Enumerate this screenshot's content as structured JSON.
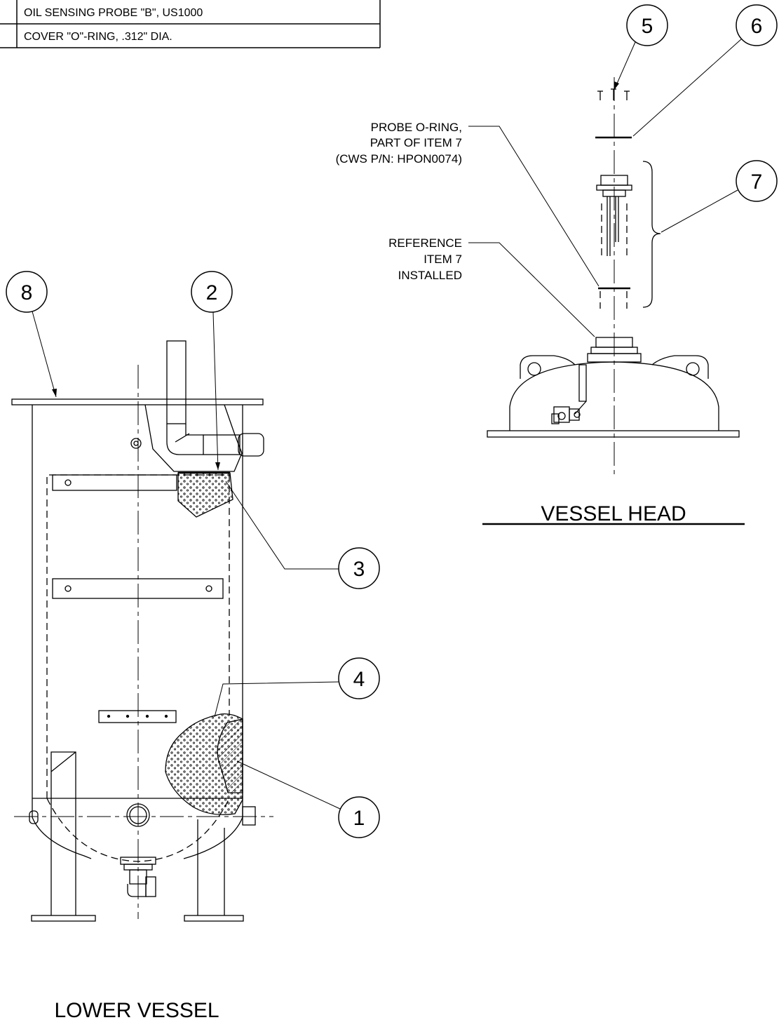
{
  "bom": {
    "rows": [
      {
        "description": "OIL SENSING PROBE \"B\", US1000"
      },
      {
        "description": "COVER \"O\"-RING, .312\" DIA."
      }
    ]
  },
  "callouts": {
    "item1": "1",
    "item2": "2",
    "item3": "3",
    "item4": "4",
    "item5": "5",
    "item6": "6",
    "item7": "7",
    "item8": "8"
  },
  "notes": {
    "probe_oring": [
      "PROBE O-RING,",
      "PART OF ITEM 7",
      "(CWS P/N: HPON0074)"
    ],
    "reference": [
      "REFERENCE",
      "ITEM 7",
      "INSTALLED"
    ]
  },
  "views": {
    "vessel_head_title": "VESSEL HEAD",
    "lower_vessel_title": "LOWER VESSEL"
  }
}
